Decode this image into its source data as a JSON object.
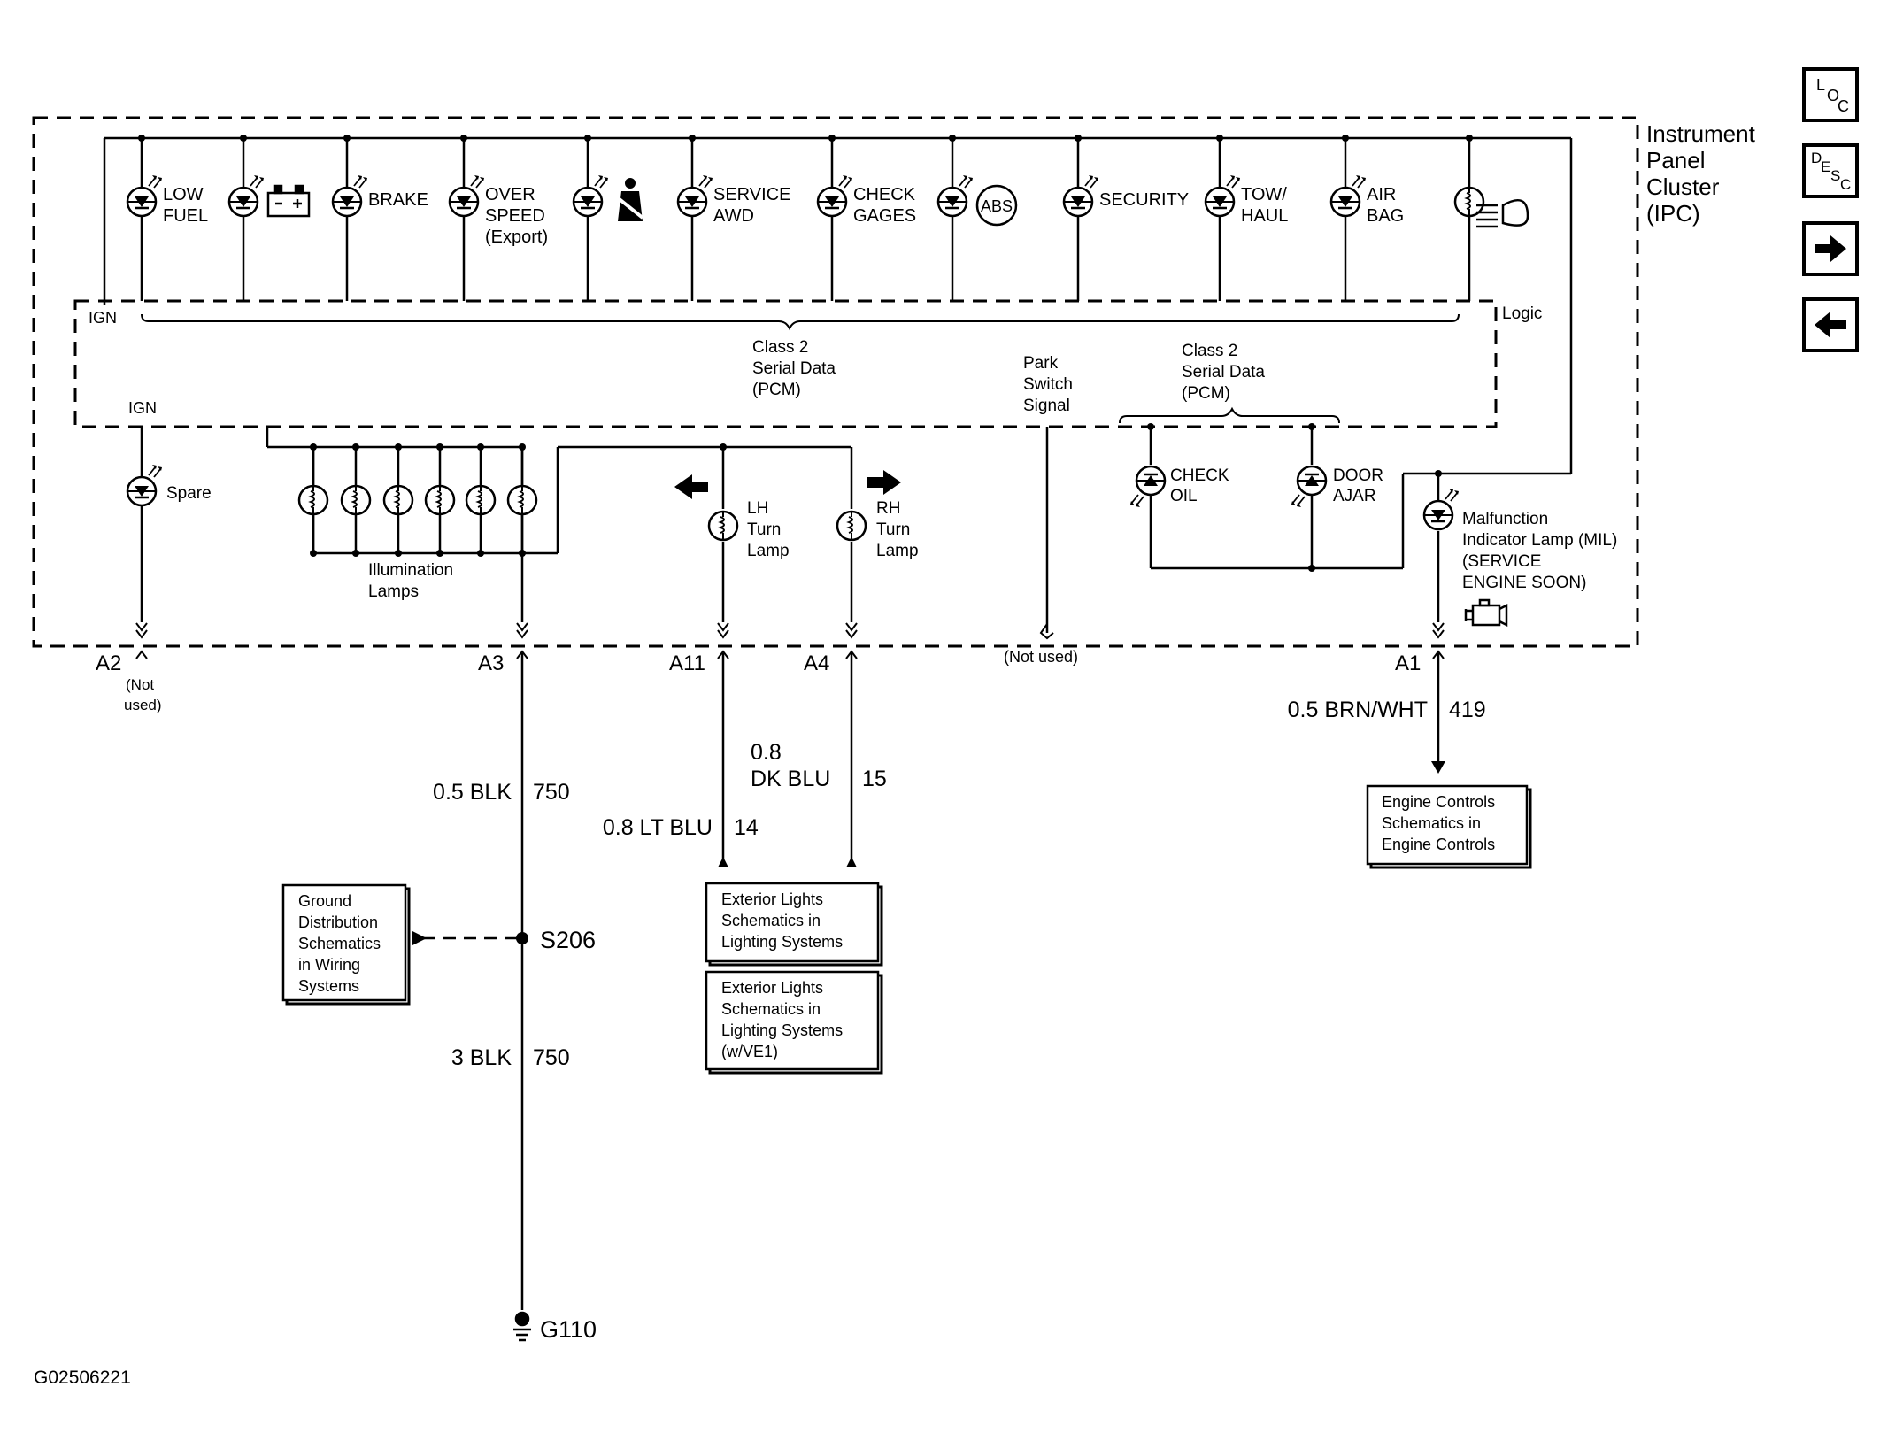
{
  "ipc": {
    "title_lines": [
      "Instrument",
      "Panel",
      "Cluster",
      "(IPC)"
    ],
    "logic_label": "Logic",
    "ign_label": "IGN",
    "class2_left": [
      "Class 2",
      "Serial Data",
      "(PCM)"
    ],
    "class2_right": [
      "Class 2",
      "Serial Data",
      "(PCM)"
    ],
    "park_switch": [
      "Park",
      "Switch",
      "Signal"
    ]
  },
  "indicators": [
    {
      "lines": [
        "LOW",
        "FUEL"
      ]
    },
    {
      "lines": []
    },
    {
      "lines": [
        "BRAKE"
      ]
    },
    {
      "lines": [
        "OVER",
        "SPEED",
        "(Export)"
      ]
    },
    {
      "lines": []
    },
    {
      "lines": [
        "SERVICE",
        "AWD"
      ]
    },
    {
      "lines": [
        "CHECK",
        "GAGES"
      ]
    },
    {
      "lines": [],
      "badge": "ABS"
    },
    {
      "lines": [
        "SECURITY"
      ]
    },
    {
      "lines": [
        "TOW/",
        "HAUL"
      ]
    },
    {
      "lines": [
        "AIR",
        "BAG"
      ]
    },
    {
      "lines": []
    }
  ],
  "lower": {
    "spare": "Spare",
    "illumination": [
      "Illumination",
      "Lamps"
    ],
    "lh_turn": [
      "LH",
      "Turn",
      "Lamp"
    ],
    "rh_turn": [
      "RH",
      "Turn",
      "Lamp"
    ],
    "check_oil": [
      "CHECK",
      "OIL"
    ],
    "door_ajar": [
      "DOOR",
      "AJAR"
    ],
    "mil": [
      "Malfunction",
      "Indicator Lamp (MIL)",
      "(SERVICE",
      "ENGINE SOON)"
    ],
    "not_used_park": "(Not used)"
  },
  "connectors": {
    "a2": "A2",
    "a2_note": [
      "(Not",
      "used)"
    ],
    "a3": "A3",
    "a11": "A11",
    "a4": "A4",
    "a1": "A1"
  },
  "wires": {
    "a3_upper_color": "0.5 BLK",
    "a3_upper_circuit": "750",
    "a3_lower_color": "3 BLK",
    "a3_lower_circuit": "750",
    "a11_color": "0.8 LT BLU",
    "a11_circuit": "14",
    "a4_color": [
      "0.8",
      "DK BLU"
    ],
    "a4_circuit": "15",
    "a1_color": "0.5 BRN/WHT",
    "a1_circuit": "419"
  },
  "refs": {
    "ground_distribution": [
      "Ground",
      "Distribution",
      "Schematics",
      "in Wiring",
      "Systems"
    ],
    "exterior_lights_1": [
      "Exterior Lights",
      "Schematics in",
      "Lighting Systems"
    ],
    "exterior_lights_2": [
      "Exterior Lights",
      "Schematics in",
      "Lighting Systems",
      "(w/VE1)"
    ],
    "engine_controls": [
      "Engine Controls",
      "Schematics in",
      "Engine Controls"
    ]
  },
  "splice": "S206",
  "ground": "G110",
  "figure_id": "G02506221",
  "nav": {
    "loc": {
      "big": "L",
      "o": "O",
      "c": "C"
    },
    "desc": {
      "d": "D",
      "e": "E",
      "s": "S",
      "c": "C"
    },
    "next_icon": "right-arrow-icon",
    "prev_icon": "left-arrow-icon"
  },
  "colors": {
    "ink": "#000000",
    "background": "#ffffff"
  }
}
